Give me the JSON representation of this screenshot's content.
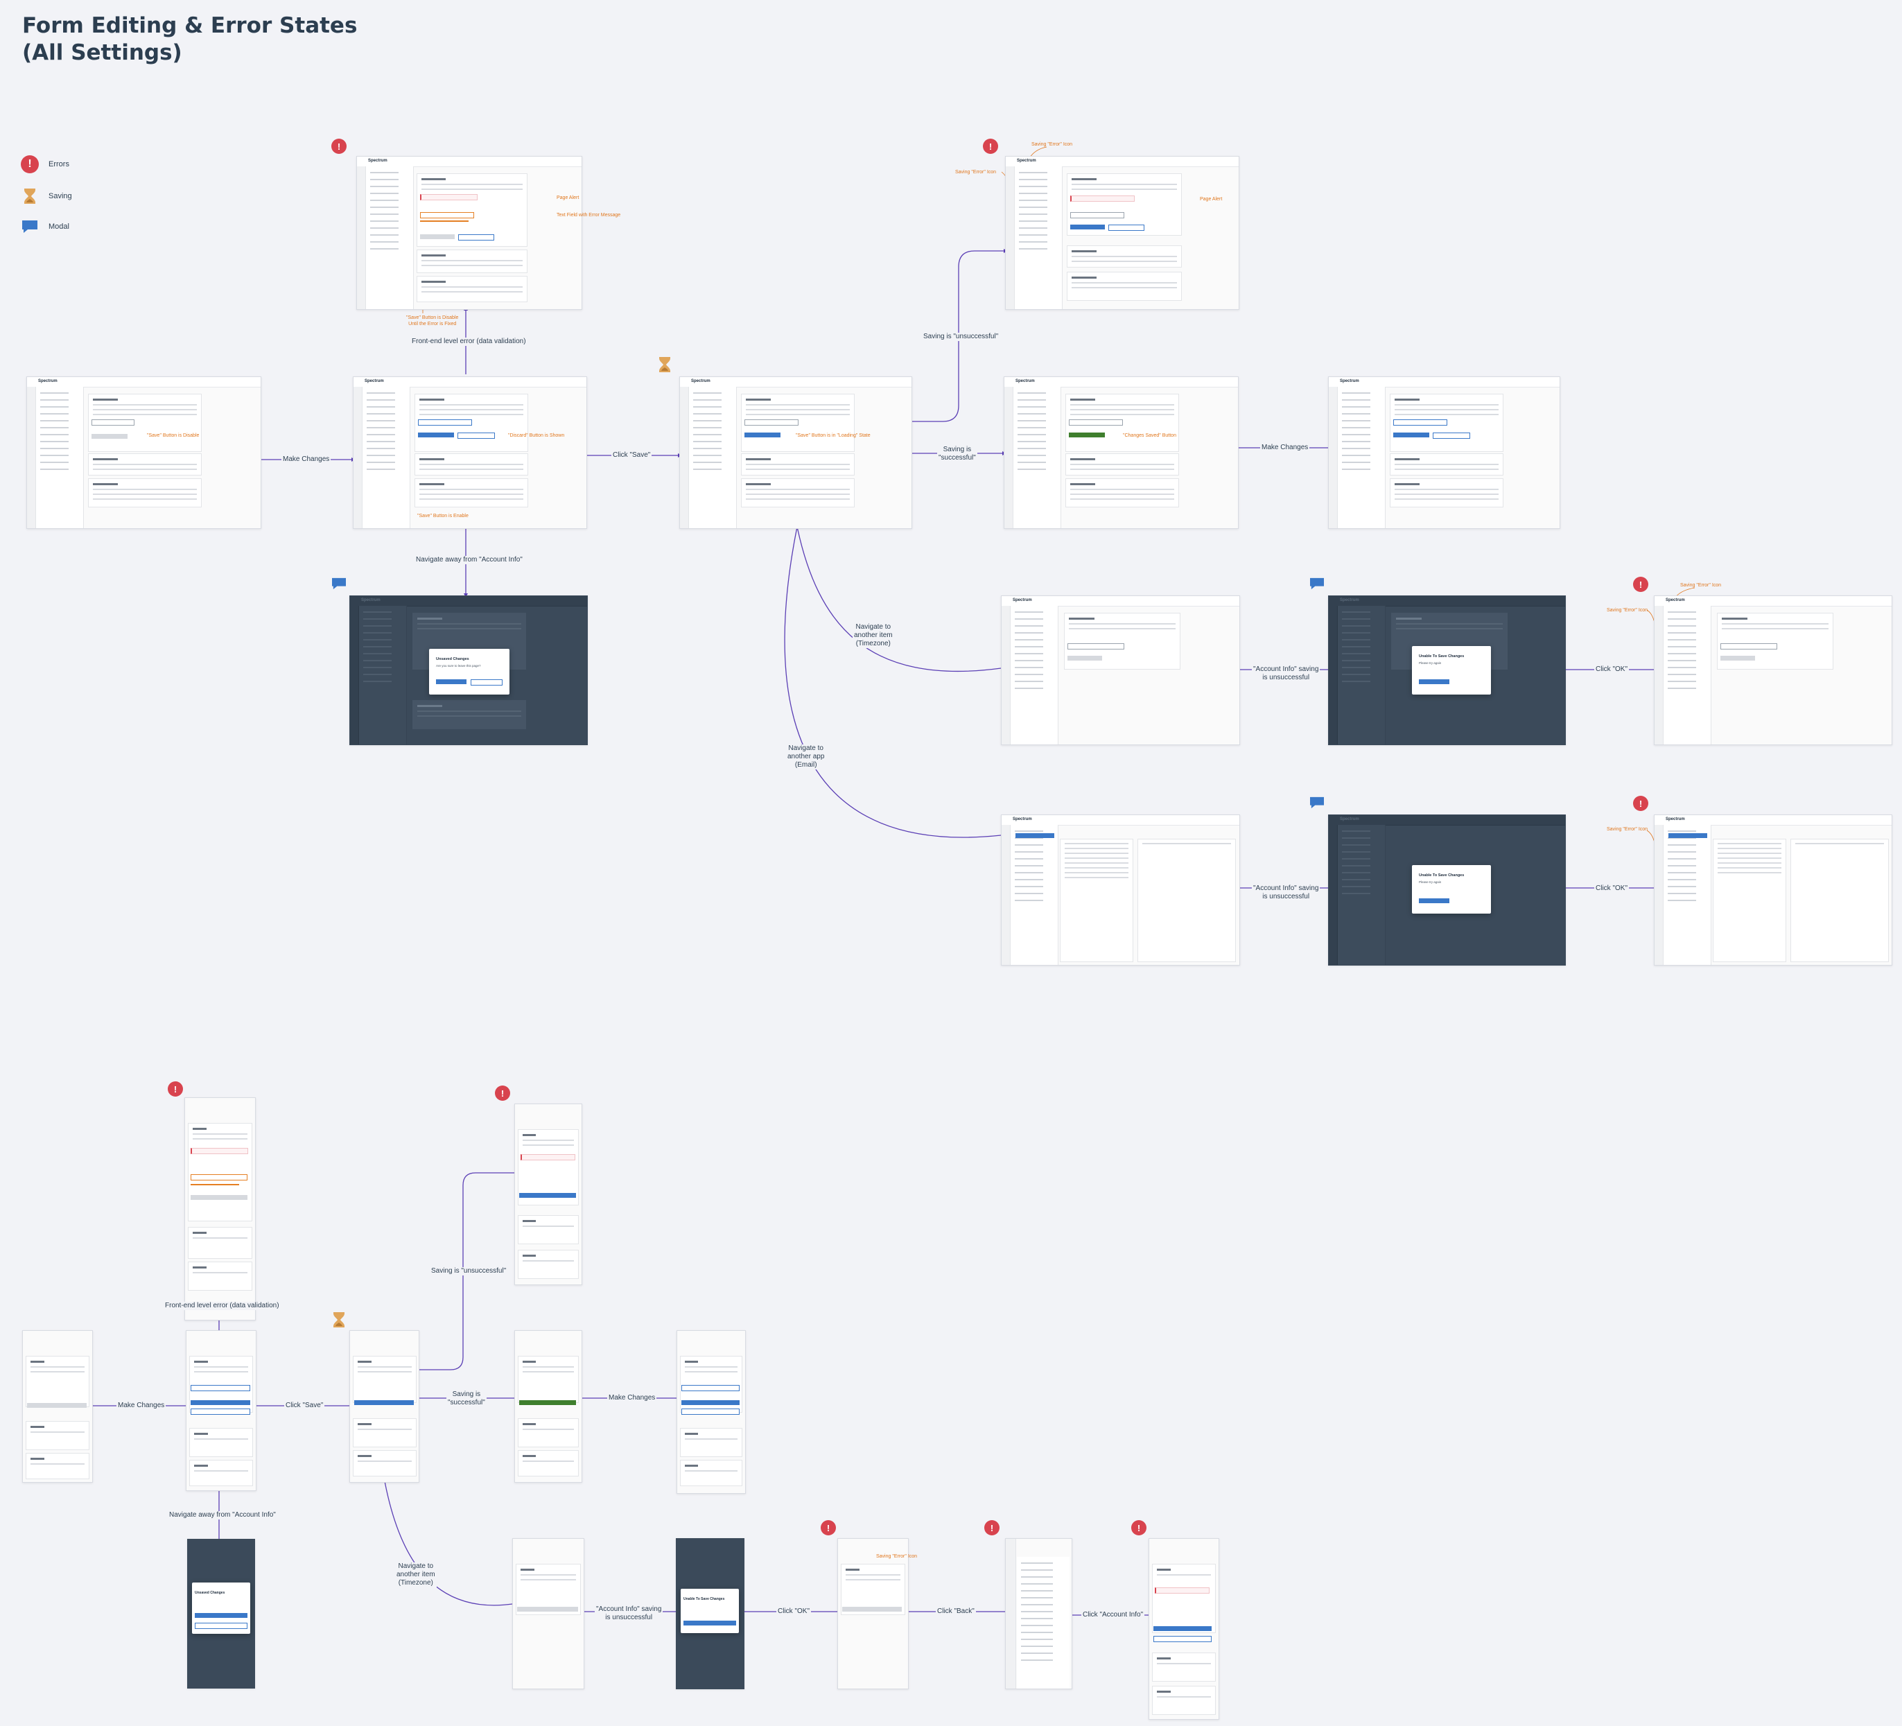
{
  "title": "Form Editing & Error States\n(All Settings)",
  "legend": [
    {
      "icon": "error-icon",
      "label": "Errors"
    },
    {
      "icon": "hourglass-icon",
      "label": "Saving"
    },
    {
      "icon": "chat-bubble-icon",
      "label": "Modal"
    }
  ],
  "colors": {
    "flow_line": "#5b3fb5",
    "annotation": "#e0761c",
    "error": "#d8434e",
    "saving": "#e0a55a",
    "modal": "#3a78c8",
    "primary_button": "#3a78c8",
    "success_button": "#3f7f2e"
  },
  "desktop_labels": {
    "make_changes_1": "Make Changes",
    "frontend_error": "Front-end level error (data validation)",
    "click_save": "Click \"Save\"",
    "navigate_away": "Navigate away from \"Account Info\"",
    "saving_unsuccessful": "Saving is \"unsuccessful\"",
    "saving_successful": "Saving is\n\"successful\"",
    "make_changes_2": "Make Changes",
    "nav_item": "Navigate to\nanother item\n(Timezone)",
    "nav_app": "Navigate to\nanother app\n(Email)",
    "account_unsuccessful_1": "\"Account Info\" saving\nis unsuccessful",
    "account_unsuccessful_2": "\"Account Info\" saving\nis unsuccessful",
    "click_ok_1": "Click \"OK\"",
    "click_ok_2": "Click \"OK\""
  },
  "mobile_labels": {
    "make_changes_1": "Make Changes",
    "frontend_error": "Front-end level error (data validation)",
    "click_save": "Click \"Save\"",
    "saving_unsuccessful": "Saving is \"unsuccessful\"",
    "saving_successful": "Saving is\n\"successful\"",
    "make_changes_2": "Make Changes",
    "navigate_away": "Navigate away from \"Account Info\"",
    "nav_item": "Navigate to\nanother item\n(Timezone)",
    "account_unsuccessful": "\"Account Info\" saving\nis unsuccessful",
    "click_ok": "Click \"OK\"",
    "click_back": "Click \"Back\"",
    "click_account_info": "Click \"Account Info\""
  },
  "annotations": {
    "save_disabled": "\"Save\" Button is Disable",
    "discard_shown": "\"Discard\" Button is Shown",
    "save_enable": "\"Save\" Button is Enable",
    "loading_state": "\"Save\" Button is in \"Loading\" State",
    "changes_saved": "\"Changes Saved\" Button",
    "page_alert_1": "Page Alert",
    "text_field_error": "Text Field with Error Message",
    "save_disabled_until": "\"Save\" Button is Disable\nUntil the Error is Fixed",
    "saving_error_icon_1": "Saving \"Error\" Icon",
    "saving_error_icon_2": "Saving \"Error\" Icon",
    "page_alert_2": "Page Alert",
    "saving_error_icon_3": "Saving \"Error\" Icon",
    "saving_error_icon_4": "Saving \"Error\" Icon",
    "saving_error_icon_5": "Saving \"Error\" Icon",
    "saving_error_icon_6": "Saving \"Error\" Icon"
  },
  "screen_text": {
    "brand": "Spectrum",
    "unsaved_changes": "Unsaved Changes",
    "unsaved_sub": "Are you sure to leave this page?",
    "unable_to_save": "Unable To Save Changes",
    "unable_sub": "Please try again"
  }
}
